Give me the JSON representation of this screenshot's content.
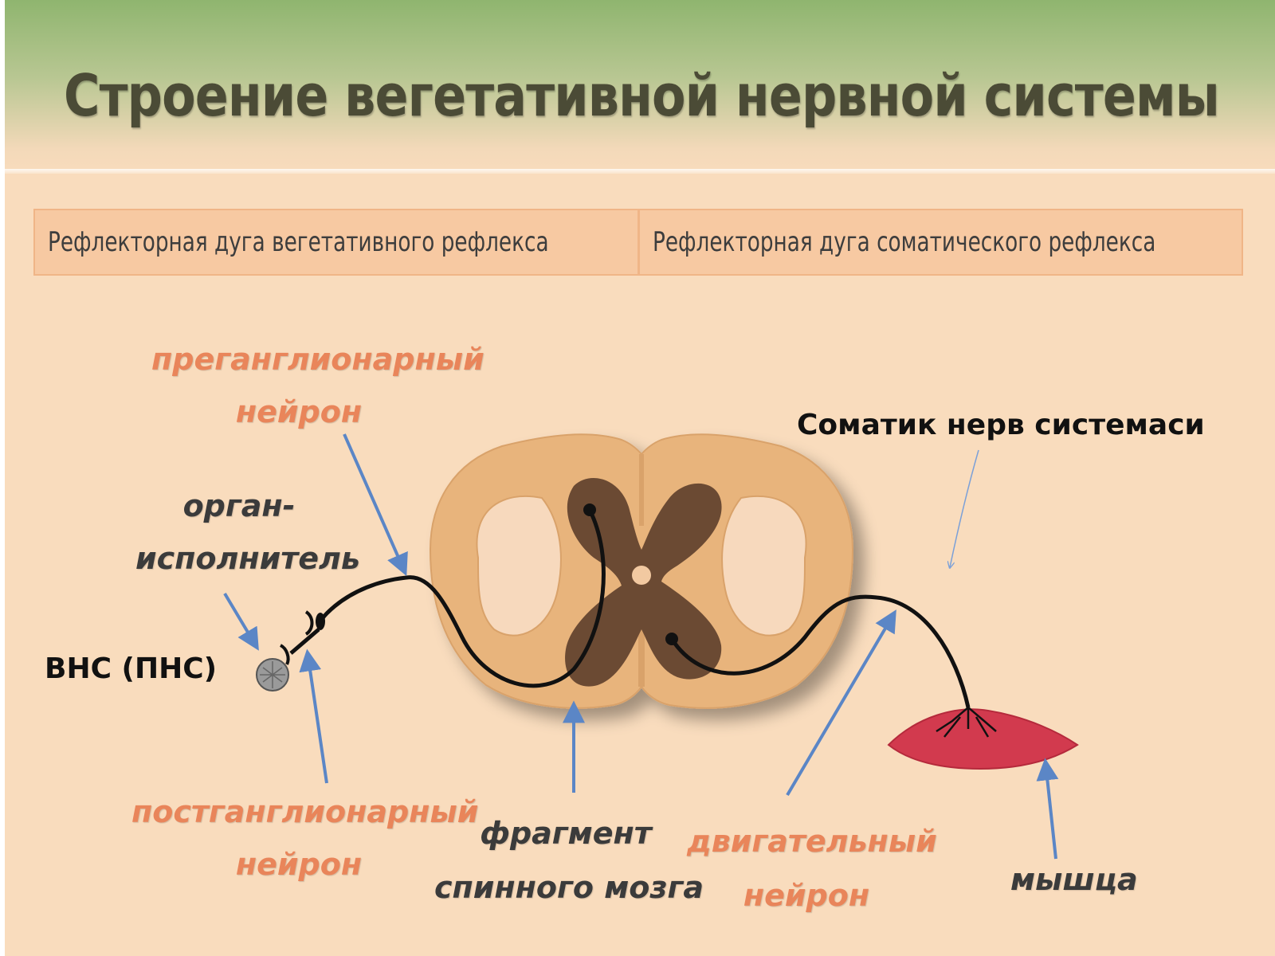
{
  "title": "Строение вегетативной нервной системы",
  "table": {
    "left_header": "Рефлекторная дуга вегетативного рефлекса",
    "right_header": "Рефлекторная дуга соматического рефлекса"
  },
  "labels": {
    "preganglionic": [
      "преганглионарный",
      "нейрон"
    ],
    "effector_organ": [
      "орган-",
      "исполнитель"
    ],
    "vns": "ВНС (ПНС)",
    "postganglionic": [
      "постганглионарный",
      "нейрон"
    ],
    "spinal_cord_fragment": [
      "фрагмент",
      "спинного мозга"
    ],
    "motor_neuron": [
      "двигательный",
      "нейрон"
    ],
    "muscle": "мышца",
    "somatic_ns": "Соматик нерв системаси"
  },
  "colors": {
    "label_orange": "#e9855a",
    "arrow_blue": "#5b86c6",
    "white_matter": "#e8b47c",
    "gray_matter": "#6b4a33",
    "muscle_red": "#d23a4e",
    "background": "#f9dcbd"
  }
}
